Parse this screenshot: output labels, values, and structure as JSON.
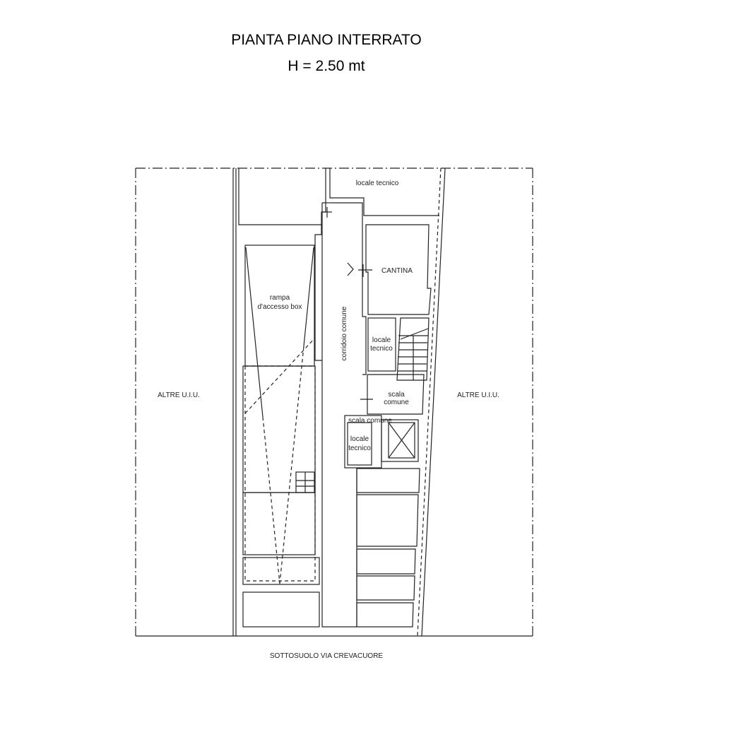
{
  "title": "PIANTA PIANO INTERRATO",
  "subtitle": "H = 2.50 mt",
  "labels": {
    "altre_left": "ALTRE U.I.U.",
    "altre_right": "ALTRE U.I.U.",
    "locale_tecnico_top": "locale tecnico",
    "cantina": "CANTINA",
    "rampa_1": "rampa",
    "rampa_2": "d'accesso box",
    "corridoio": "corridoio comune",
    "locale_tecnico_mid_1": "locale",
    "locale_tecnico_mid_2": "tecnico",
    "scala_comune_1": "scala",
    "scala_comune_2": "comune",
    "scala_comune_b": "scala comune",
    "locale_tecnico_low_1": "locale",
    "locale_tecnico_low_2": "tecnico",
    "street": "SOTTOSUOLO VIA CREVACUORE"
  }
}
